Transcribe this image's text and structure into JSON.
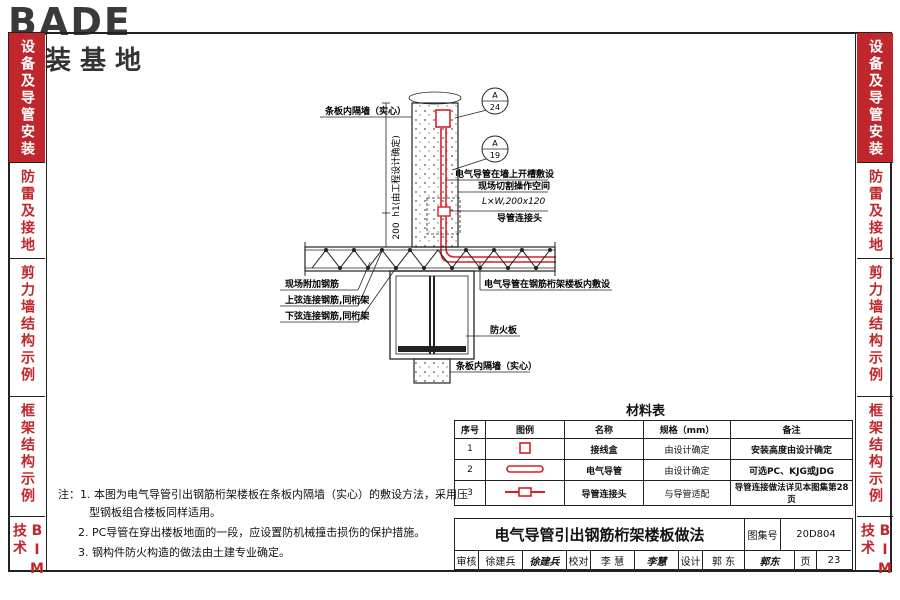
{
  "logo": {
    "en": "BADE",
    "cn": "建装基地"
  },
  "right_tabs": [
    {
      "label": "设备及导管安装",
      "active": true
    },
    {
      "label": "防雷及接地",
      "active": false
    },
    {
      "label": "剪力墙结构示例",
      "active": false
    },
    {
      "label": "框架结构示例",
      "active": false
    },
    {
      "label": "BIM技术",
      "active": false
    }
  ],
  "left_tabs": [
    {
      "label": "设备及导管安装",
      "active": true
    },
    {
      "label": "防雷及接地",
      "active": false
    },
    {
      "label": "剪力墙结构示例",
      "active": false
    },
    {
      "label": "框架结构示例",
      "active": false
    },
    {
      "label": "BIM技术",
      "active": false
    }
  ],
  "drawing": {
    "callout_a_24": {
      "letter": "A",
      "number": "24"
    },
    "callout_a_19": {
      "letter": "A",
      "number": "19"
    },
    "label_wall_top": "条板内隔墙（实心）",
    "label_wall_bottom": "条板内隔墙（实心）",
    "label_conduit_in_wall": "电气导管在墙上开槽敷设",
    "label_cut_space": "现场切割操作空间",
    "label_lxw": "L×W,200x120",
    "label_joint": "导管连接头",
    "label_conduit_in_slab": "电气导管在钢筋桁架楼板内敷设",
    "label_added_rebar": "现场附加钢筋",
    "label_upper_chord": "上弦连接钢筋,同桁架",
    "label_lower_chord": "下弦连接钢筋,同桁架",
    "label_fireproof": "防火板",
    "dim_h1": "h1(由工程设计确定)",
    "dim_200": "200"
  },
  "notes": {
    "n1_line1": "注：1.  本图为电气导管引出钢筋桁架楼板在条板内隔墙（实心）的敷设方法，采用压",
    "n1_line2": "型钢板组合楼板同样适用。",
    "n2": "2.  PC导管在穿出楼板地面的一段，应设置防机械撞击损伤的保护措施。",
    "n3": "3.  钢构件防火构造的做法由土建专业确定。"
  },
  "materials": {
    "title": "材料表",
    "headers": [
      "序号",
      "图例",
      "名称",
      "规格（mm）",
      "备注"
    ],
    "rows": [
      {
        "no": "1",
        "legend": "box-symbol",
        "name": "接线盒",
        "spec": "由设计确定",
        "note": "安装高度由设计确定"
      },
      {
        "no": "2",
        "legend": "conduit-symbol",
        "name": "电气导管",
        "spec": "由设计确定",
        "note": "可选PC、KJG或JDG"
      },
      {
        "no": "3",
        "legend": "joint-symbol",
        "name": "导管连接头",
        "spec": "与导管适配",
        "note": "导管连接做法详见本图集第28页"
      }
    ]
  },
  "title_block": {
    "title": "电气导管引出钢筋桁架楼板做法",
    "set_no_label": "图集号",
    "set_no": "20D804",
    "review_label": "审核",
    "reviewer": "徐建兵",
    "reviewer_sig": "徐建兵",
    "check_label": "校对",
    "checker": "李  慧",
    "checker_sig": "李慧",
    "design_label": "设计",
    "designer": "郭  东",
    "designer_sig": "郭东",
    "page_label": "页",
    "page": "23"
  },
  "colors": {
    "accent_red": "#c0272d",
    "conduit_red": "#d81f26",
    "line": "#222222"
  }
}
